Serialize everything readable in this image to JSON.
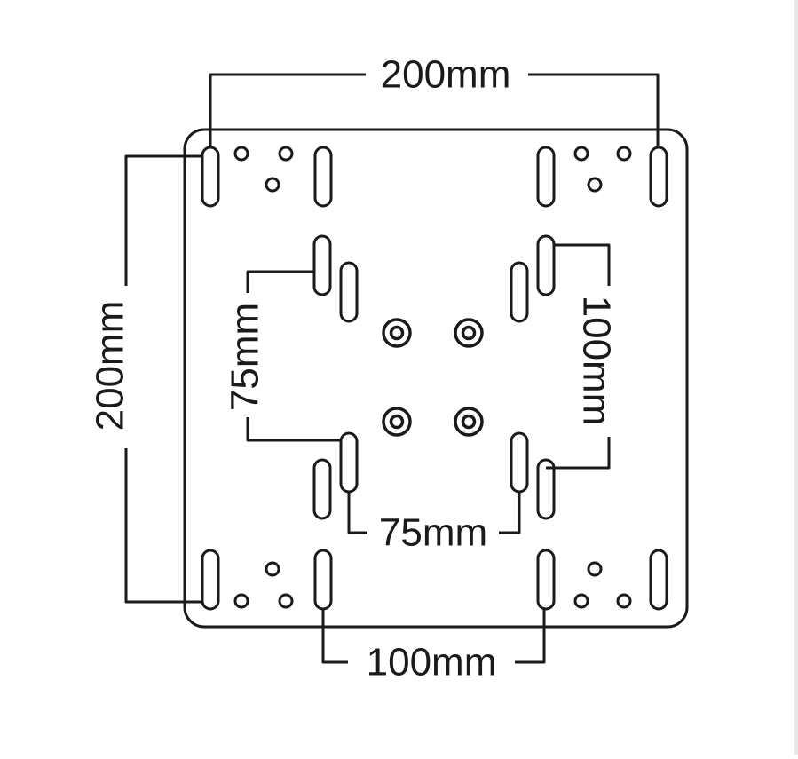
{
  "dimensions": {
    "top_width": "200mm",
    "left_height": "200mm",
    "inner_left_height": "75mm",
    "inner_right_height": "100mm",
    "inner_bottom_width": "75mm",
    "bottom_width": "100mm"
  },
  "colors": {
    "stroke": "#1a1a1a",
    "background": "#ffffff"
  }
}
